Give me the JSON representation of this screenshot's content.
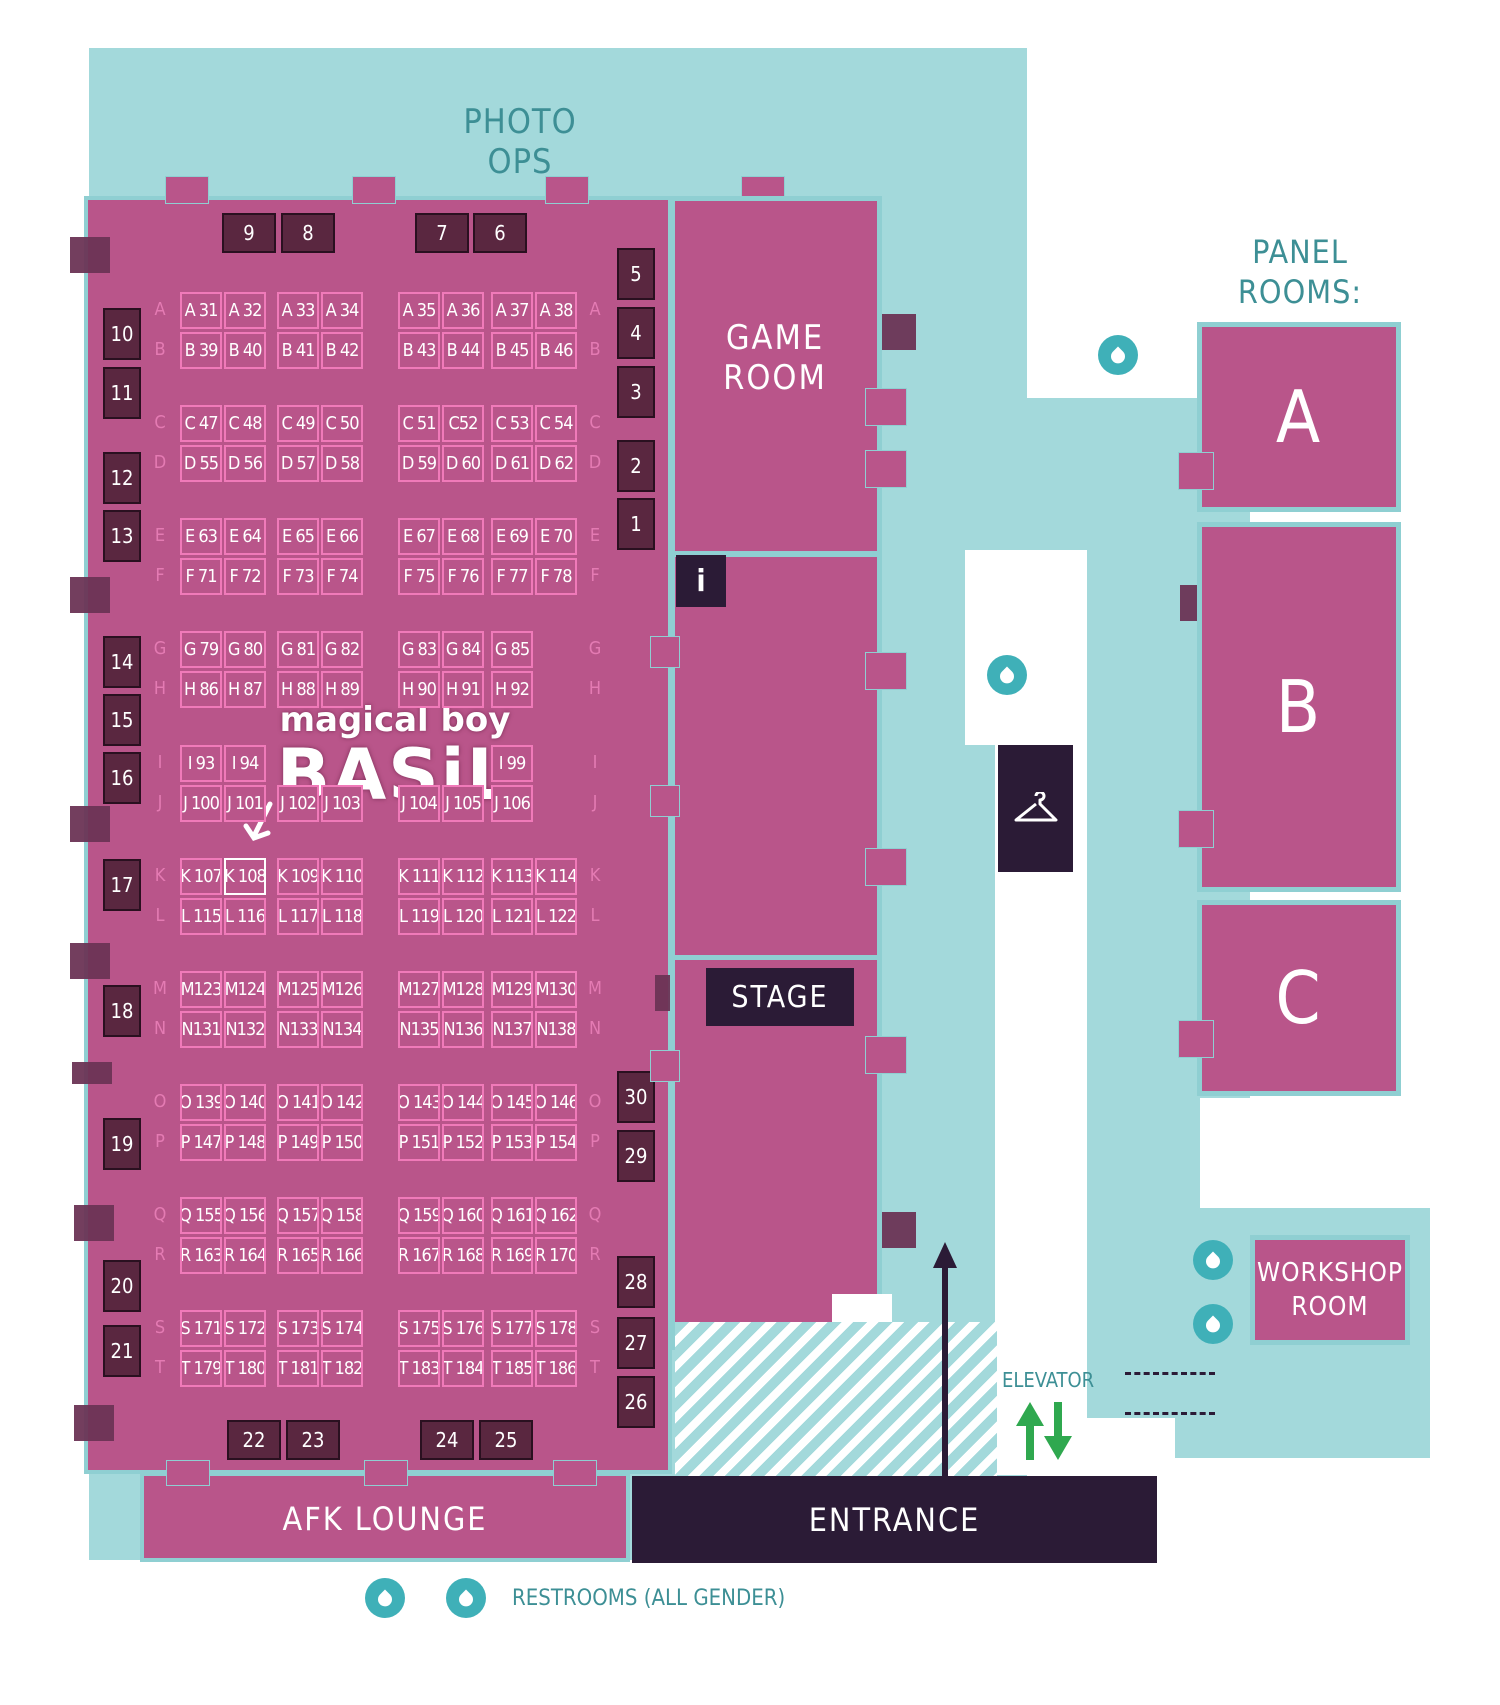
{
  "labels": {
    "photo_ops": "PHOTO OPS",
    "panel_rooms": "PANEL\nROOMS:",
    "game_room": "GAME\nROOM",
    "info": "i",
    "stage": "STAGE",
    "afk_lounge": "AFK LOUNGE",
    "entrance": "ENTRANCE",
    "elevator": "ELEVATOR",
    "workshop_room": "WORKSHOP\nROOM",
    "restrooms": "RESTROOMS (ALL GENDER)",
    "room_a": "A",
    "room_b": "B",
    "room_c": "C"
  },
  "highlight": {
    "line1": "magical boy",
    "line2": "BASiL",
    "booth": "K 108"
  },
  "row_pairs": [
    {
      "top": "A",
      "bottom": "B",
      "top_booths": [
        "A 31",
        "A 32",
        "A 33",
        "A 34",
        "A 35",
        "A 36",
        "A 37",
        "A 38"
      ],
      "bottom_booths": [
        "B 39",
        "B 40",
        "B 41",
        "B 42",
        "B 43",
        "B 44",
        "B 45",
        "B 46"
      ]
    },
    {
      "top": "C",
      "bottom": "D",
      "top_booths": [
        "C 47",
        "C 48",
        "C 49",
        "C 50",
        "C 51",
        "C52",
        "C 53",
        "C 54"
      ],
      "bottom_booths": [
        "D 55",
        "D 56",
        "D 57",
        "D 58",
        "D 59",
        "D 60",
        "D 61",
        "D 62"
      ]
    },
    {
      "top": "E",
      "bottom": "F",
      "top_booths": [
        "E 63",
        "E 64",
        "E 65",
        "E 66",
        "E 67",
        "E 68",
        "E 69",
        "E 70"
      ],
      "bottom_booths": [
        "F 71",
        "F 72",
        "F 73",
        "F 74",
        "F 75",
        "F 76",
        "F 77",
        "F 78"
      ]
    },
    {
      "top": "G",
      "bottom": "H",
      "top_booths": [
        "G 79",
        "G 80",
        "G 81",
        "G 82",
        "G 83",
        "G 84",
        "G 85",
        ""
      ],
      "bottom_booths": [
        "H 86",
        "H 87",
        "H 88",
        "H 89",
        "H 90",
        "H 91",
        "H 92",
        ""
      ]
    },
    {
      "top": "I",
      "bottom": "J",
      "top_booths": [
        "I 93",
        "I 94",
        "",
        "",
        "",
        "",
        "I 99",
        ""
      ],
      "bottom_booths": [
        "J 100",
        "J 101",
        "J 102",
        "J 103",
        "J 104",
        "J 105",
        "J 106",
        ""
      ]
    },
    {
      "top": "K",
      "bottom": "L",
      "top_booths": [
        "K 107",
        "K 108",
        "K 109",
        "K 110",
        "K 111",
        "K 112",
        "K 113",
        "K 114"
      ],
      "bottom_booths": [
        "L 115",
        "L 116",
        "L 117",
        "L 118",
        "L 119",
        "L 120",
        "L 121",
        "L 122"
      ]
    },
    {
      "top": "M",
      "bottom": "N",
      "top_booths": [
        "M123",
        "M124",
        "M125",
        "M126",
        "M127",
        "M128",
        "M129",
        "M130"
      ],
      "bottom_booths": [
        "N131",
        "N132",
        "N133",
        "N134",
        "N135",
        "N136",
        "N137",
        "N138"
      ]
    },
    {
      "top": "O",
      "bottom": "P",
      "top_booths": [
        "O 139",
        "O 140",
        "O 141",
        "O 142",
        "O 143",
        "O 144",
        "O 145",
        "O 146"
      ],
      "bottom_booths": [
        "P 147",
        "P 148",
        "P 149",
        "P 150",
        "P 151",
        "P 152",
        "P 153",
        "P 154"
      ]
    },
    {
      "top": "Q",
      "bottom": "R",
      "top_booths": [
        "Q 155",
        "Q 156",
        "Q 157",
        "Q 158",
        "Q 159",
        "Q 160",
        "Q 161",
        "Q 162"
      ],
      "bottom_booths": [
        "R 163",
        "R 164",
        "R 165",
        "R 166",
        "R 167",
        "R 168",
        "R 169",
        "R 170"
      ]
    },
    {
      "top": "S",
      "bottom": "T",
      "top_booths": [
        "S 171",
        "S 172",
        "S 173",
        "S 174",
        "S 175",
        "S 176",
        "S 177",
        "S 178"
      ],
      "bottom_booths": [
        "T 179",
        "T 180",
        "T 181",
        "T 182",
        "T 183",
        "T 184",
        "T 185",
        "T 186"
      ]
    }
  ],
  "tables": {
    "top": [
      "9",
      "8",
      "7",
      "6"
    ],
    "right_upper": [
      "5",
      "4",
      "3",
      "2",
      "1"
    ],
    "right_lower": [
      "30",
      "29",
      "28",
      "27",
      "26"
    ],
    "left": [
      "10",
      "11",
      "12",
      "13",
      "14",
      "15",
      "16",
      "17",
      "18",
      "19",
      "20",
      "21"
    ],
    "bottom": [
      "22",
      "23",
      "24",
      "25"
    ]
  },
  "colors": {
    "hall": "#b9558a",
    "booth_border": "#f07ab9",
    "table": "#5a2740",
    "corridor": "#a3d9db",
    "dark": "#2b1b36",
    "elevator_arrows": "#2fa84f"
  },
  "icons": [
    "water-drop-icon",
    "info-icon",
    "coat-check-hanger-icon",
    "elevator-arrows-icon",
    "entrance-arrow-icon",
    "highlight-arrow-icon"
  ]
}
